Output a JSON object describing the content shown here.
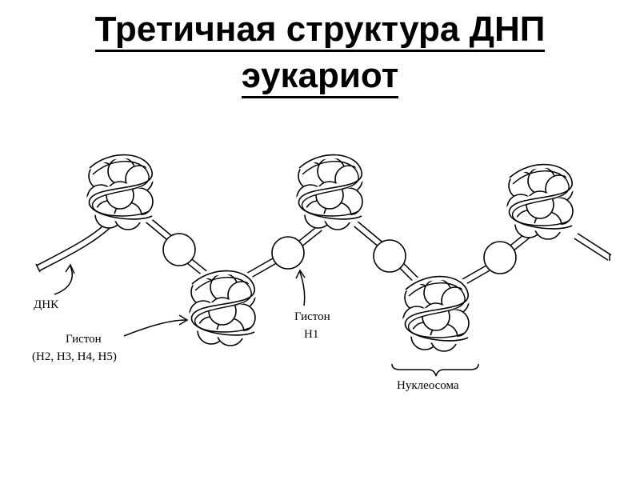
{
  "title": {
    "line1": "Третичная структура ДНП",
    "line2": "эукариот"
  },
  "labels": {
    "dna": "ДНК",
    "histone_core_1": "Гистон",
    "histone_core_2": "(Н2, Н3, Н4, Н5)",
    "histone_h1_1": "Гистон",
    "histone_h1_2": "Н1",
    "nucleosome": "Нуклеосома"
  }
}
